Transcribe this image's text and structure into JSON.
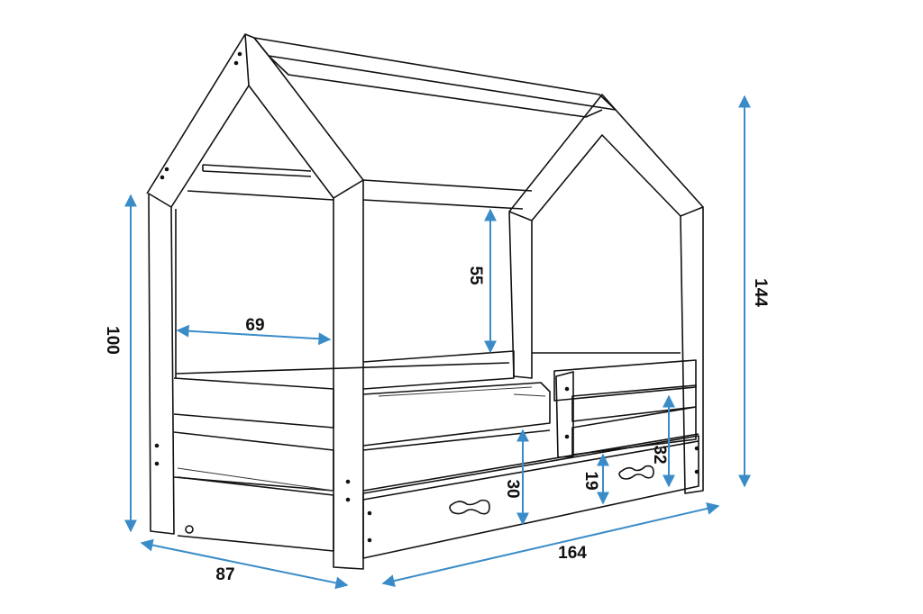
{
  "title": "House bed dimension diagram",
  "colors": {
    "dimension": "#3a8cc8",
    "outline": "#111111"
  },
  "dimensions": [
    {
      "id": "total-height",
      "value": "144"
    },
    {
      "id": "side-height",
      "value": "100"
    },
    {
      "id": "roof-clearance",
      "value": "55"
    },
    {
      "id": "inner-width",
      "value": "69"
    },
    {
      "id": "guard-height",
      "value": "32"
    },
    {
      "id": "bed-front-height",
      "value": "30"
    },
    {
      "id": "drawer-height",
      "value": "19"
    },
    {
      "id": "width",
      "value": "87"
    },
    {
      "id": "length",
      "value": "164"
    }
  ]
}
